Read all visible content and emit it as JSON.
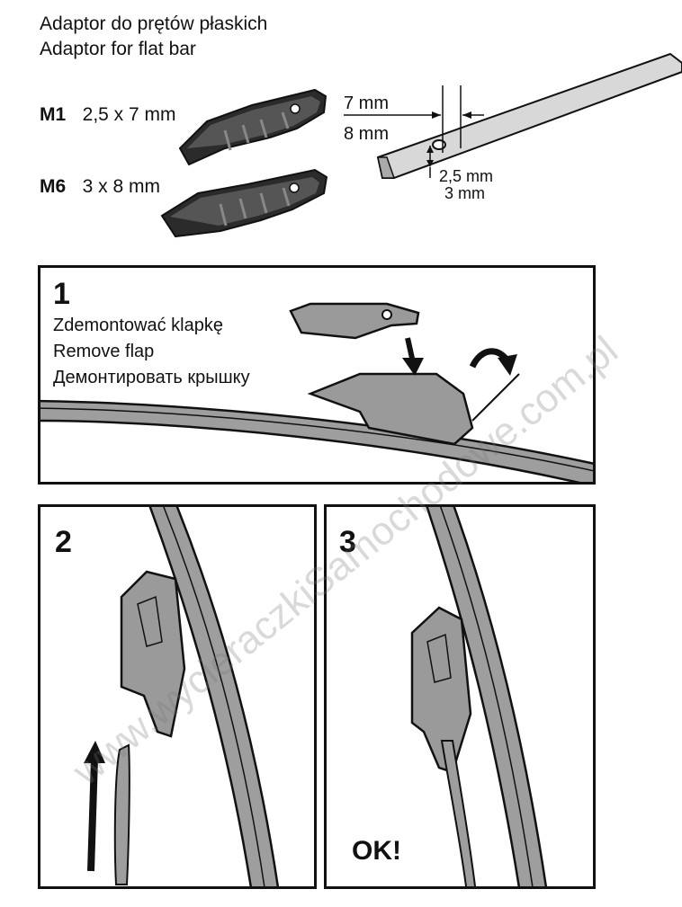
{
  "header": {
    "title_pl": "Adaptor do prętów płaskich",
    "title_en": "Adaptor for flat bar"
  },
  "variants": [
    {
      "code": "M1",
      "size": "2,5 x 7 mm"
    },
    {
      "code": "M6",
      "size": "3 x 8 mm"
    }
  ],
  "dimensions": {
    "width_a": "7 mm",
    "width_b": "8 mm",
    "thickness_a": "2,5 mm",
    "thickness_b": "3 mm"
  },
  "steps": [
    {
      "number": "1",
      "text_pl": "Zdemontować klapkę",
      "text_en": "Remove flap",
      "text_ru": "Демонтировать крышку"
    },
    {
      "number": "2"
    },
    {
      "number": "3",
      "result": "OK!"
    }
  ],
  "watermark": "www.wycieraczkiSamochodowe.com.pl",
  "colors": {
    "part_fill": "#9a9a9a",
    "part_dark": "#2b2b2b",
    "blade_fill": "#9e9e9e",
    "outline": "#111111",
    "arrow": "#111111"
  }
}
